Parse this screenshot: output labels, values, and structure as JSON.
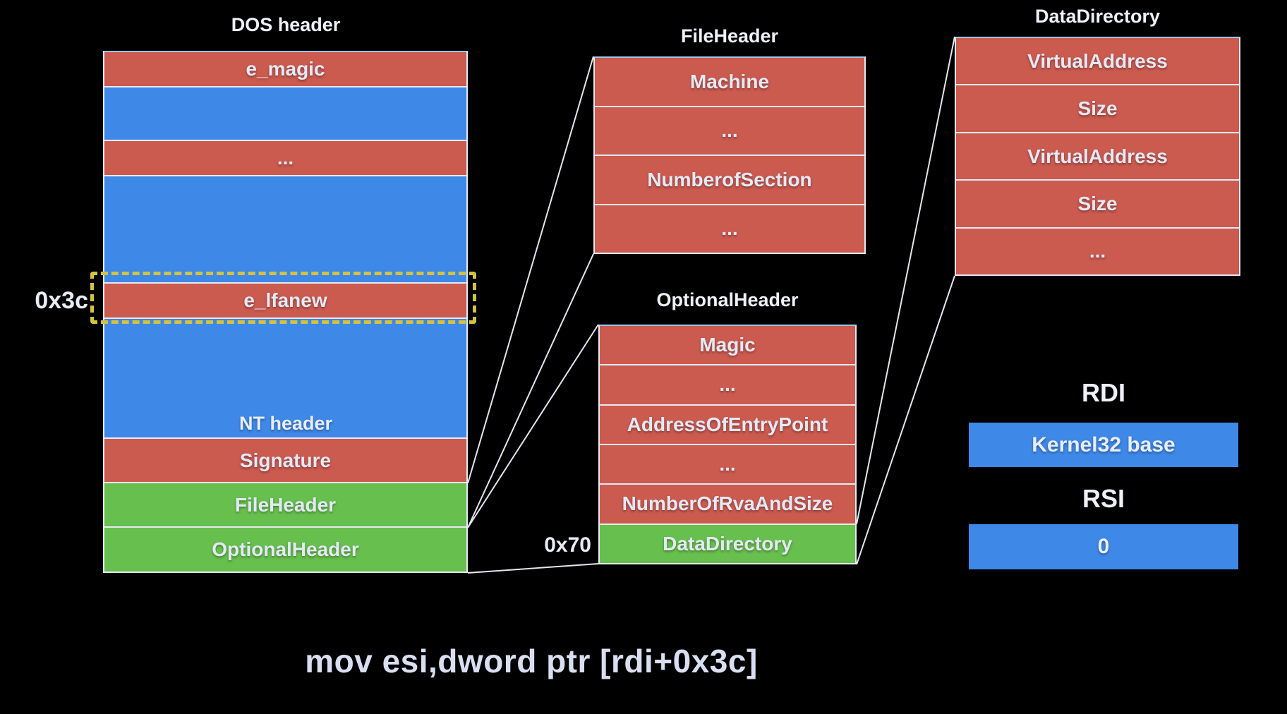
{
  "dos_header": {
    "title": "DOS header",
    "offset_label": "0x3c",
    "nt_label": "NT header",
    "rows": [
      {
        "label": "e_magic"
      },
      {
        "label": ""
      },
      {
        "label": "..."
      },
      {
        "label": ""
      },
      {
        "label": "e_lfanew"
      },
      {
        "label": ""
      },
      {
        "label": "Signature"
      },
      {
        "label": "FileHeader"
      },
      {
        "label": "OptionalHeader"
      }
    ]
  },
  "file_header": {
    "title": "FileHeader",
    "rows": [
      {
        "label": "Machine"
      },
      {
        "label": "..."
      },
      {
        "label": "NumberofSection"
      },
      {
        "label": "..."
      }
    ]
  },
  "optional_header": {
    "title": "OptionalHeader",
    "offset_label": "0x70",
    "rows": [
      {
        "label": "Magic"
      },
      {
        "label": "..."
      },
      {
        "label": "AddressOfEntryPoint"
      },
      {
        "label": "..."
      },
      {
        "label": "NumberOfRvaAndSize"
      },
      {
        "label": "DataDirectory"
      }
    ]
  },
  "data_directory": {
    "title": "DataDirectory",
    "rows": [
      {
        "label": "VirtualAddress"
      },
      {
        "label": "Size"
      },
      {
        "label": "VirtualAddress"
      },
      {
        "label": "Size"
      },
      {
        "label": "..."
      }
    ]
  },
  "registers": [
    {
      "name": "RDI",
      "value": "Kernel32 base"
    },
    {
      "name": "RSI",
      "value": "0"
    }
  ],
  "instruction": "mov esi,dword ptr [rdi+0x3c]",
  "colors": {
    "background": "#000000",
    "field_red": "#cb5a4f",
    "filler_blue": "#3e88e8",
    "struct_green": "#67bf4e",
    "register_blue": "#3e88e8",
    "connector_line": "#e4e6f0",
    "highlight_yellow": "#d2c340",
    "text": "#e4e9f6"
  }
}
